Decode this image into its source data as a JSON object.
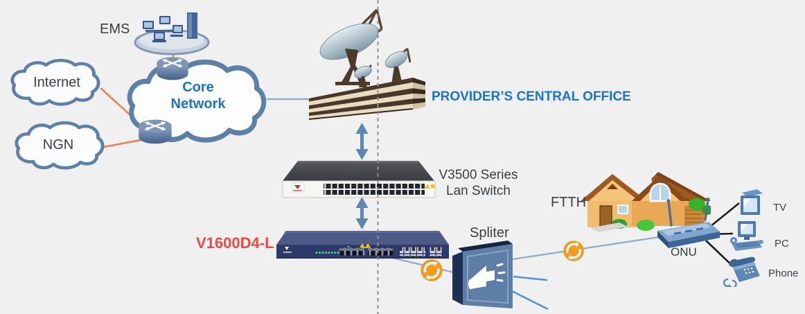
{
  "colors": {
    "background": "#f0f0f1",
    "accent_blue": "#1a73cf",
    "accent_red": "#e94c47",
    "label_dark": "#3b3e40",
    "line_orange": "#ee7b4f",
    "line_gray_blue": "#93adc6",
    "line_blue": "#4d96d9",
    "line_black": "#1c1c1c",
    "arrow_blue": "#5c87b2",
    "cloud_stroke": "#5b81a9",
    "globe_orange": "#f59d20",
    "divider_gray": "#909094"
  },
  "nodes": {
    "ems": {
      "label": "EMS"
    },
    "internet_cloud": {
      "label": "Internet"
    },
    "ngn_cloud": {
      "label": "NGN"
    },
    "core_network_cloud": {
      "label": "Core Network"
    },
    "central_office": {
      "label": "PROVIDER’S CENTRAL OFFICE"
    },
    "lan_switch": {
      "label_line1": "V3500 Series",
      "label_line2": "Lan Switch"
    },
    "olt": {
      "label": "V1600D4-L"
    },
    "splitter": {
      "label": "Spliter"
    },
    "ftth_home": {
      "label": "FTTH"
    },
    "onu": {
      "label": "ONU"
    },
    "tv": {
      "label": "TV"
    },
    "pc": {
      "label": "PC"
    },
    "phone": {
      "label": "Phone"
    }
  },
  "connections": [
    {
      "from": "EMS",
      "to": "Core Network router",
      "style": "orange"
    },
    {
      "from": "Internet",
      "to": "Core Network edge router",
      "style": "orange"
    },
    {
      "from": "NGN",
      "to": "Core Network edge router",
      "style": "orange"
    },
    {
      "from": "Core Network",
      "to": "Provider's Central Office",
      "style": "plain"
    },
    {
      "from": "Provider's Central Office",
      "to": "V3500 Series Lan Switch",
      "style": "double-arrow"
    },
    {
      "from": "V3500 Series Lan Switch",
      "to": "V1600D4-L",
      "style": "double-arrow"
    },
    {
      "from": "V1600D4-L",
      "to": "Spliter",
      "style": "fiber"
    },
    {
      "from": "Spliter",
      "to": "ONU",
      "style": "fiber"
    },
    {
      "from": "Spliter",
      "to": "other drops",
      "style": "fiber-stub"
    },
    {
      "from": "ONU",
      "to": "TV",
      "style": "black"
    },
    {
      "from": "ONU",
      "to": "PC",
      "style": "black"
    },
    {
      "from": "ONU",
      "to": "Phone",
      "style": "black"
    }
  ],
  "icons": [
    "workstation-cluster-icon",
    "router-icon",
    "cloud-icon",
    "satellite-building-icon",
    "lan-switch-icon",
    "olt-device-icon",
    "splitter-icon",
    "fiber-globe-icon",
    "house-icon",
    "onu-router-icon",
    "tv-icon",
    "pc-icon",
    "phone-icon"
  ]
}
